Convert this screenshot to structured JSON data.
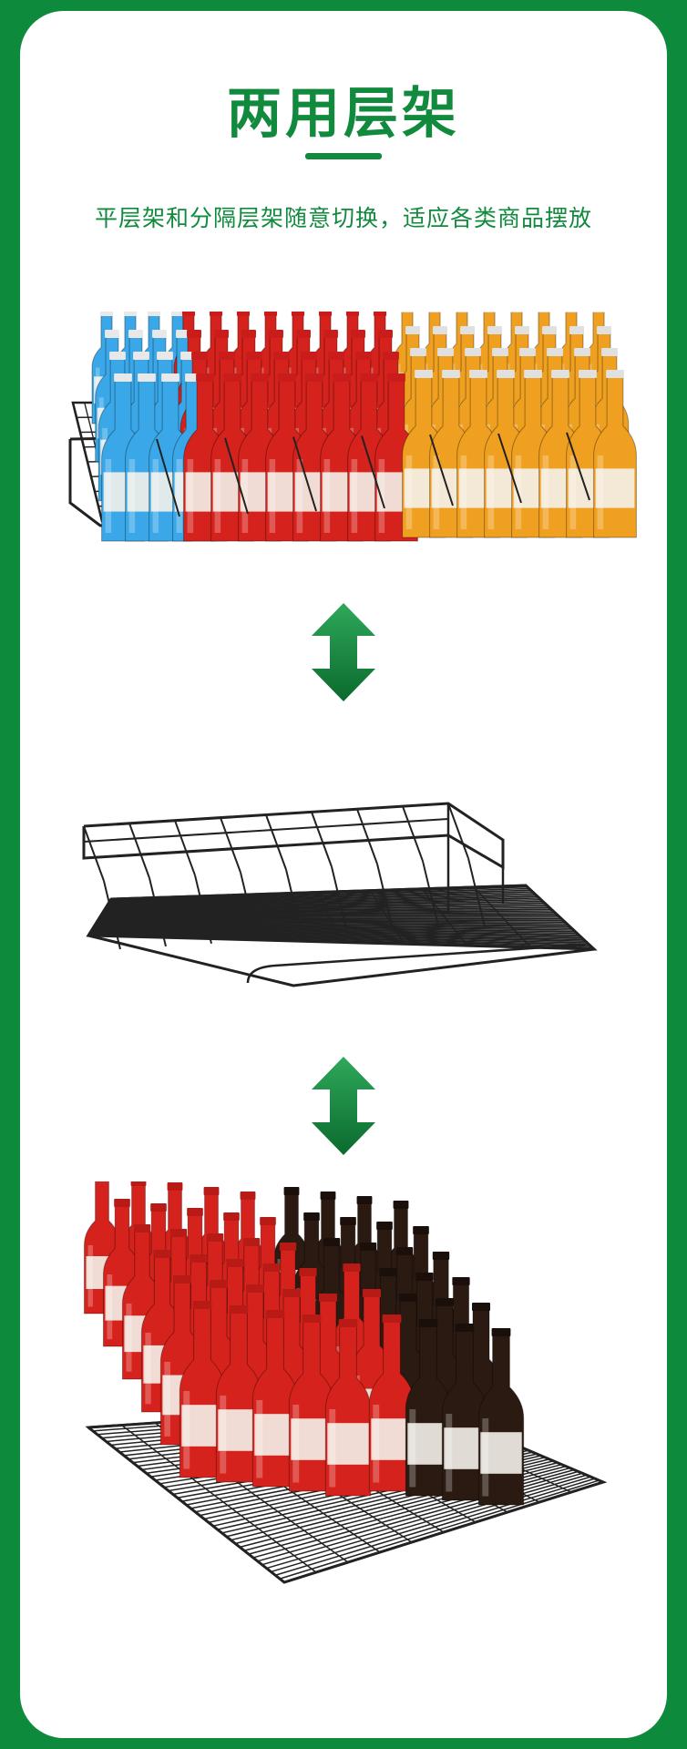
{
  "header": {
    "title": "两用层架",
    "subtitle": "平层架和分隔层架随意切换，适应各类商品摆放"
  },
  "colors": {
    "brand_green": "#0e8a3c",
    "title_green": "#128a3e",
    "arrow_light": "#2fa85a",
    "arrow_dark": "#0a6a2e",
    "wire": "#222222",
    "bottle_red": "#d6221c",
    "bottle_blue": "#3aa8e8",
    "bottle_amber": "#f0a020",
    "bottle_brown": "#2a1a12"
  },
  "illustrations": [
    {
      "name": "divided-shelf-with-bottles",
      "icon": "wire-rack-with-bottles"
    },
    {
      "name": "switch-arrow",
      "icon": "double-arrow-vertical-icon"
    },
    {
      "name": "empty-divided-shelf",
      "icon": "wire-rack"
    },
    {
      "name": "switch-arrow",
      "icon": "double-arrow-vertical-icon"
    },
    {
      "name": "flat-shelf-with-bottles",
      "icon": "wire-rack-with-bottles"
    }
  ]
}
